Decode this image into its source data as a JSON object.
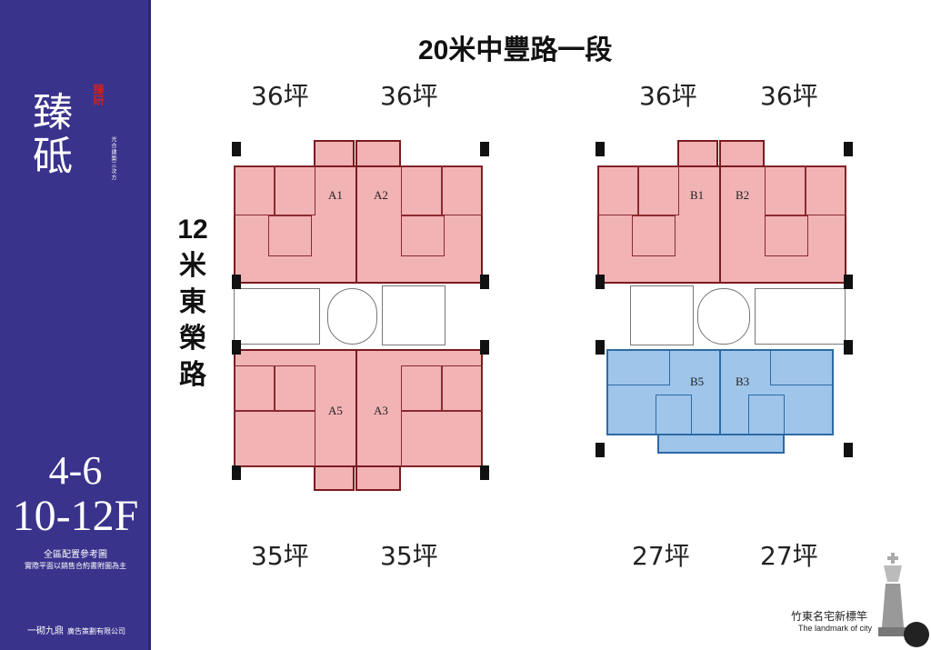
{
  "sidebar": {
    "logo_main": "臻砥",
    "logo_sub": "臻研",
    "logo_tagline": "光合建築三次方",
    "floors_line1": "4-6",
    "floors_line2": "10-12F",
    "note_title": "全區配置參考圖",
    "note_detail": "實際平面以銷售合約書附圖為主",
    "company_brand": "一砌九鼎",
    "company_name": "廣告策劃有限公司"
  },
  "roads": {
    "top": "20米中豐路一段",
    "side": [
      "12",
      "米",
      "東",
      "榮",
      "路"
    ]
  },
  "areas": {
    "left_top_1": "36坪",
    "left_top_2": "36坪",
    "right_top_1": "36坪",
    "right_top_2": "36坪",
    "left_bottom_1": "35坪",
    "left_bottom_2": "35坪",
    "right_bottom_1": "27坪",
    "right_bottom_2": "27坪"
  },
  "units": {
    "a1": "A1",
    "a2": "A2",
    "a3": "A3",
    "a5": "A5",
    "b1": "B1",
    "b2": "B2",
    "b3": "B3",
    "b5": "B5"
  },
  "colors": {
    "sidebar": "#3a338c",
    "unit_pink": "#f2b3b5",
    "unit_blue": "#9fc5ea"
  },
  "footer": {
    "cn": "竹東名宅新標竿",
    "en": "The landmark of city"
  }
}
